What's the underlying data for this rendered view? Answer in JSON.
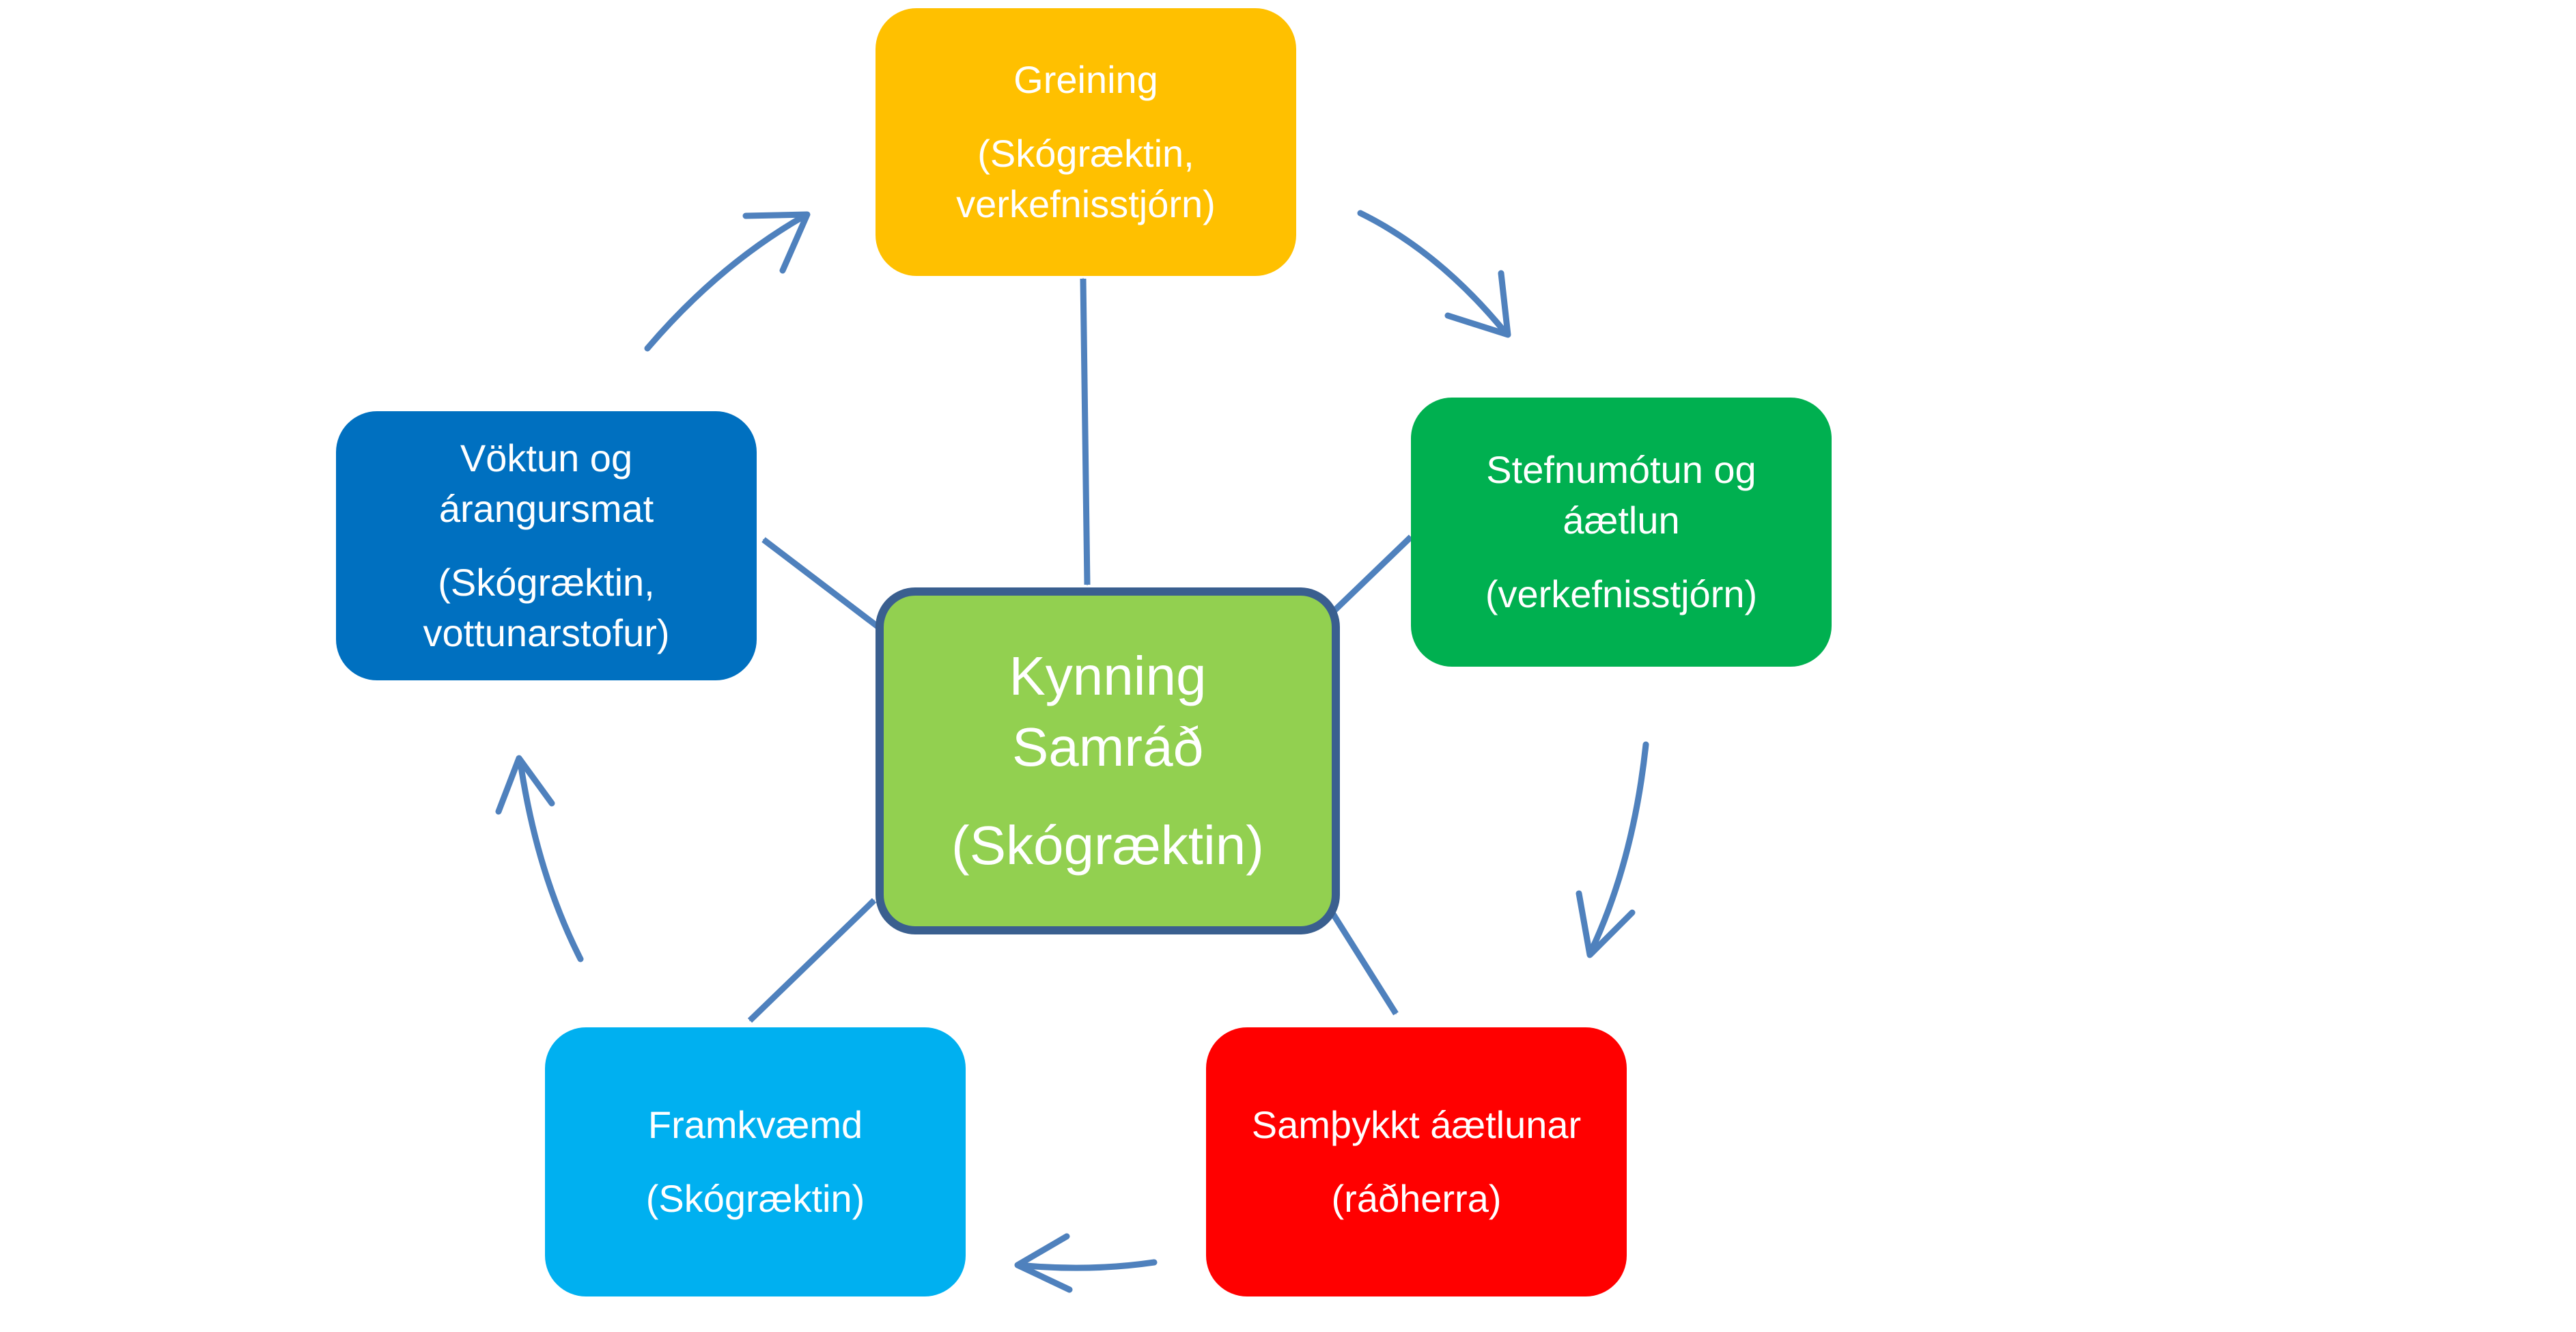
{
  "diagram": {
    "center": {
      "line1": "Kynning",
      "line2": "Samráð",
      "line3": "(Skógræktin)",
      "fill": "#92d050",
      "border": "#3a5f8f"
    },
    "greining": {
      "line1": "Greining",
      "line2": "(Skógræktin,",
      "line3": "verkefnisstjórn)",
      "fill": "#ffc000"
    },
    "stefnumotun": {
      "line1": "Stefnumótun og",
      "line2": "áætlun",
      "line3": "(verkefnisstjórn)",
      "fill": "#00b050"
    },
    "samthykkt": {
      "line1": "Samþykkt áætlunar",
      "line2": "(ráðherra)",
      "fill": "#ff0000"
    },
    "framkvaemd": {
      "line1": "Framkvæmd",
      "line2": "(Skógræktin)",
      "fill": "#00b0f0"
    },
    "voktun": {
      "line1": "Vöktun og",
      "line2": "árangursmat",
      "line3": "(Skógræktin,",
      "line4": "vottunarstofur)",
      "fill": "#0070c0"
    },
    "arrow_color": "#4f81bd"
  }
}
